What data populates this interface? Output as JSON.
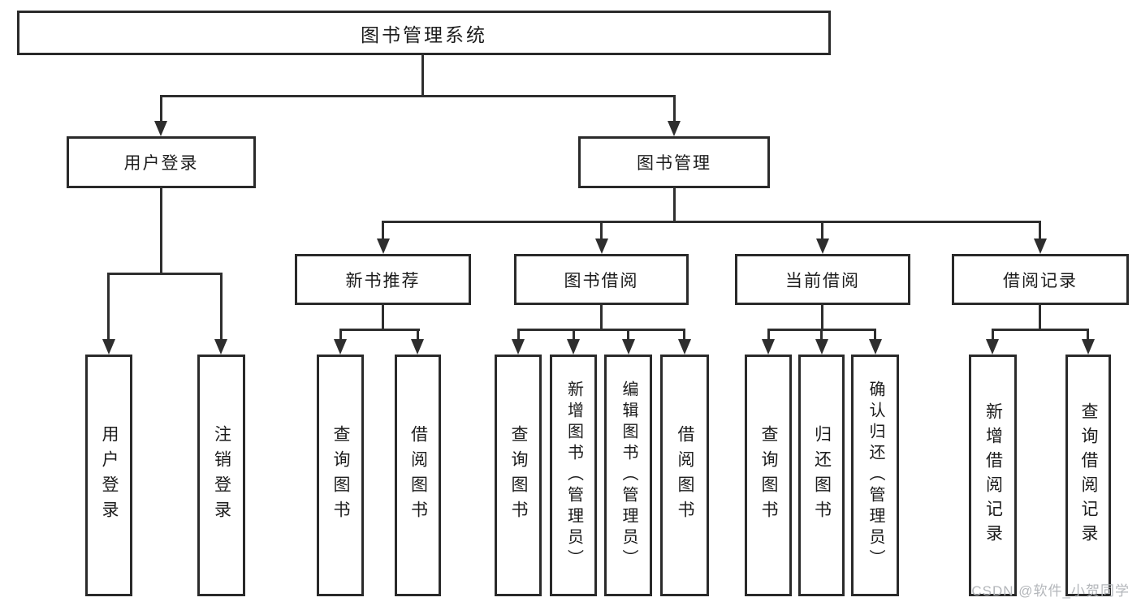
{
  "colors": {
    "line": "#2e2e2e",
    "box_border": "#2a2a2a",
    "text": "#1c1c1c",
    "watermark_text": "#b3b6ba",
    "background": "#ffffff"
  },
  "diagram": {
    "root": {
      "label": "图书管理系统"
    },
    "level1": [
      {
        "label": "用户登录",
        "children": [
          {
            "label": "用户登录"
          },
          {
            "label": "注销登录"
          }
        ]
      },
      {
        "label": "图书管理",
        "children": [
          {
            "label": "新书推荐",
            "children": [
              {
                "label": "查询图书"
              },
              {
                "label": "借阅图书"
              }
            ]
          },
          {
            "label": "图书借阅",
            "children": [
              {
                "label": "查询图书"
              },
              {
                "label": "新增图书（管理员）"
              },
              {
                "label": "编辑图书（管理员）"
              },
              {
                "label": "借阅图书"
              }
            ]
          },
          {
            "label": "当前借阅",
            "children": [
              {
                "label": "查询图书"
              },
              {
                "label": "归还图书"
              },
              {
                "label": "确认归还（管理员）"
              }
            ]
          },
          {
            "label": "借阅记录",
            "children": [
              {
                "label": "新增借阅记录"
              },
              {
                "label": "查询借阅记录"
              }
            ]
          }
        ]
      }
    ]
  },
  "watermark": {
    "text": "CSDN @软件_小贺同学"
  }
}
